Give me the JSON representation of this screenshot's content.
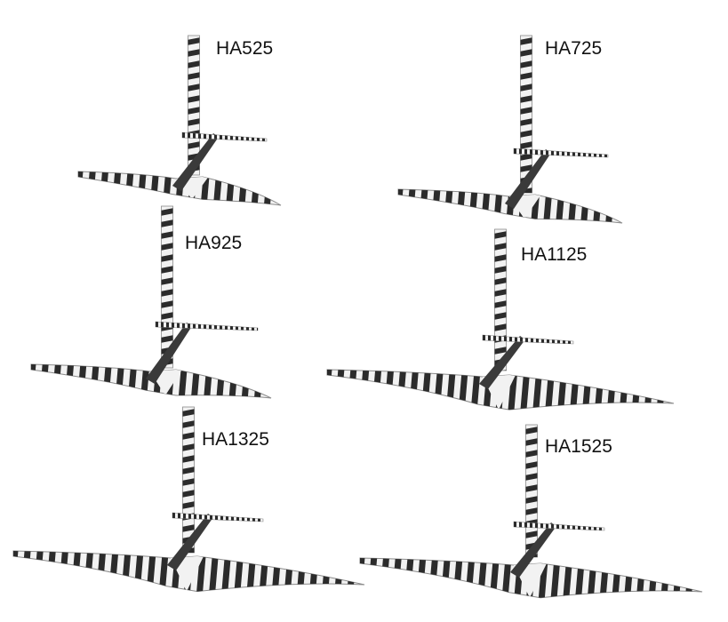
{
  "foils": [
    {
      "id": "ha525",
      "label": "HA525"
    },
    {
      "id": "ha725",
      "label": "HA725"
    },
    {
      "id": "ha925",
      "label": "HA925"
    },
    {
      "id": "ha1125",
      "label": "HA1125"
    },
    {
      "id": "ha1325",
      "label": "HA1325"
    },
    {
      "id": "ha1525",
      "label": "HA1525"
    }
  ],
  "colors": {
    "carbon": "#2b2b2b",
    "stripe_light": "#f2f2f2",
    "edge_grey": "#8a8a8a",
    "background": "#ffffff"
  }
}
